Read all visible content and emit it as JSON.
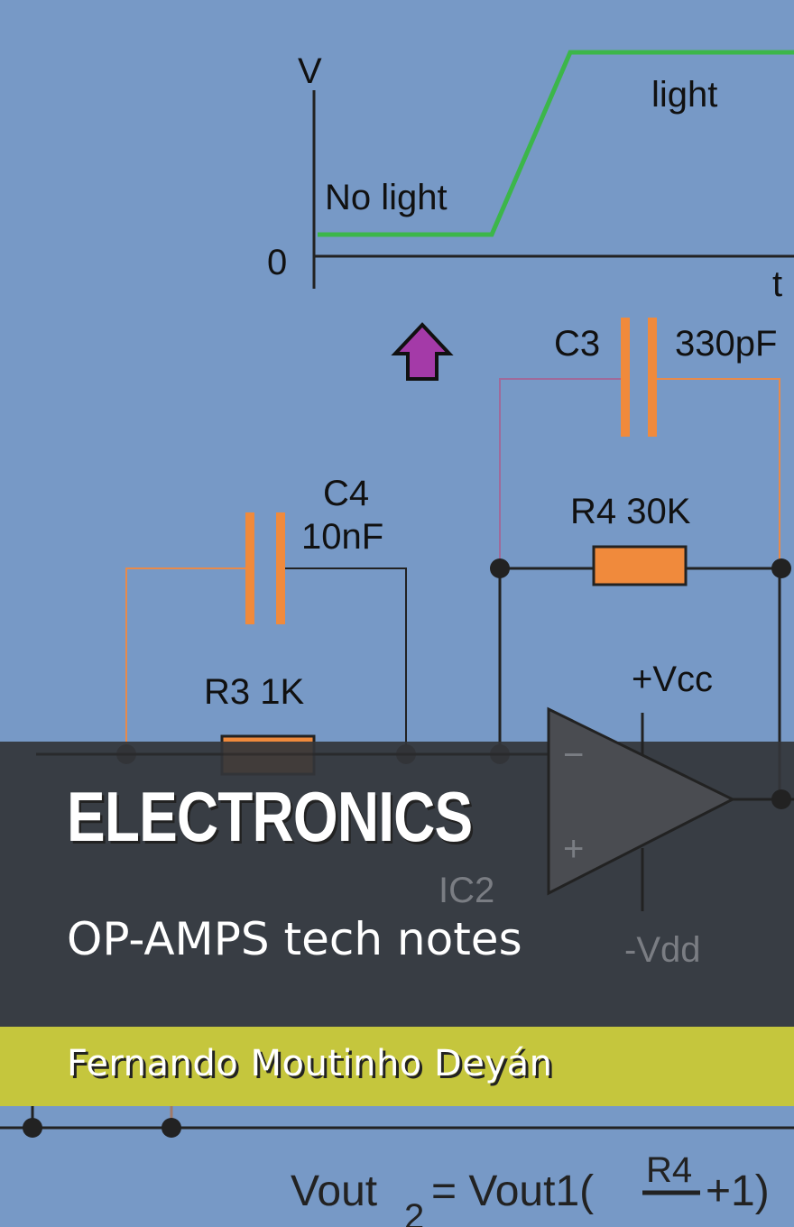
{
  "cover": {
    "title": "ELECTRONICS",
    "subtitle": "OP-AMPS tech notes",
    "author": "Fernando Moutinho Deyán"
  },
  "graph": {
    "y_axis_label": "V",
    "x_axis_label": "t",
    "origin_label": "0",
    "low_label": "No light",
    "high_label": "light"
  },
  "schematic": {
    "c3_name": "C3",
    "c3_value": "330pF",
    "c4_name": "C4",
    "c4_value": "10nF",
    "r4_label": "R4  30K",
    "r3_label": "R3  1K",
    "vcc_label": "+Vcc",
    "vdd_label": "-Vdd",
    "ic_label": "IC2",
    "minus_sign": "−",
    "plus_sign": "+",
    "formula_left": "Vout",
    "formula_sub": "2",
    "formula_mid": "= Vout1(",
    "formula_num": "R4",
    "formula_right": "+1)"
  },
  "colors": {
    "background": "#7799c6",
    "wire_green": "#3cb64a",
    "component_orange": "#f08a3c",
    "arrow_purple": "#a43aa8",
    "band_dark": "#34363a",
    "band_yellow": "#c5c63d"
  }
}
